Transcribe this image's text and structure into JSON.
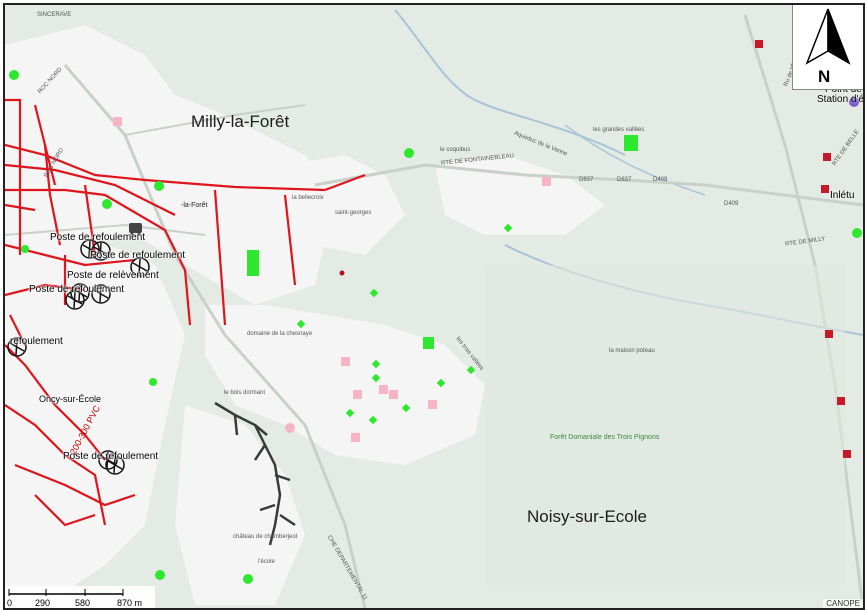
{
  "towns": {
    "milly": "Milly-la-Forêt",
    "noisy": "Noisy-sur-Ecole",
    "oncy": "Oncy-sur-École"
  },
  "forest_label": "Forêt Domaniale des Trois Pignons",
  "place_labels": {
    "la_foret": "-la-Forêt",
    "la_chesnaye": "domaine de la chesnaye",
    "bois_dormant": "le bois dormant",
    "chamberjeot": "château de chamberjeot",
    "ecole": "l'école",
    "maison_poteau": "la maison poteau",
    "coquibus": "le coquibus",
    "grandes_vallees": "les grandes vallées",
    "rte_fontainebleau": "RTE DE FONTAINEBLEAU",
    "d837a": "D837",
    "d837b": "D837",
    "d409": "D409",
    "d409b": "D409",
    "rte_milly": "RTE DE MILLY",
    "ru_ecole": "Ru de l'École",
    "aqueduc_vanne": "Aqueduc de la Vanne",
    "bellecroix": "la bellecroix",
    "saint_georges": "saint-georges",
    "vert_galant": "les trois vallées",
    "roc_nord": "ROC NORD",
    "roc_nord2": "ROC NORD",
    "sincerave": "SINCERAVE",
    "rte_verte": "RTE DE BELLE",
    "chemin_vert": "CHE DEPARTEMENTAL 11"
  },
  "poste_labels": [
    "Poste de refoulement",
    "Poste de refoulement",
    "Poste de relèvement",
    "Poste de refoulement",
    "refoulement",
    "Poste de refoulement"
  ],
  "pipe_label": "200-300 PVC",
  "edge_labels": {
    "station": "Station d'é",
    "point": "Point de",
    "inlet": "Inlétu"
  },
  "north_letter": "N",
  "scale": {
    "t0": "0",
    "t1": "290",
    "t2": "580",
    "t3": "870 m"
  },
  "attribution": "CANOPE",
  "colors": {
    "background": "#e4ebe5",
    "network_red": "#e0141c",
    "network_dark": "#3a3a3a",
    "marker_green": "#2ee82e",
    "marker_pink": "#f6b4c4",
    "urban": "#f3f4f3",
    "water": "#aac6da"
  },
  "icons": [
    "compass-arrow-icon",
    "pump-station-icon",
    "bus-icon",
    "green-point-icon",
    "pink-square-icon"
  ]
}
